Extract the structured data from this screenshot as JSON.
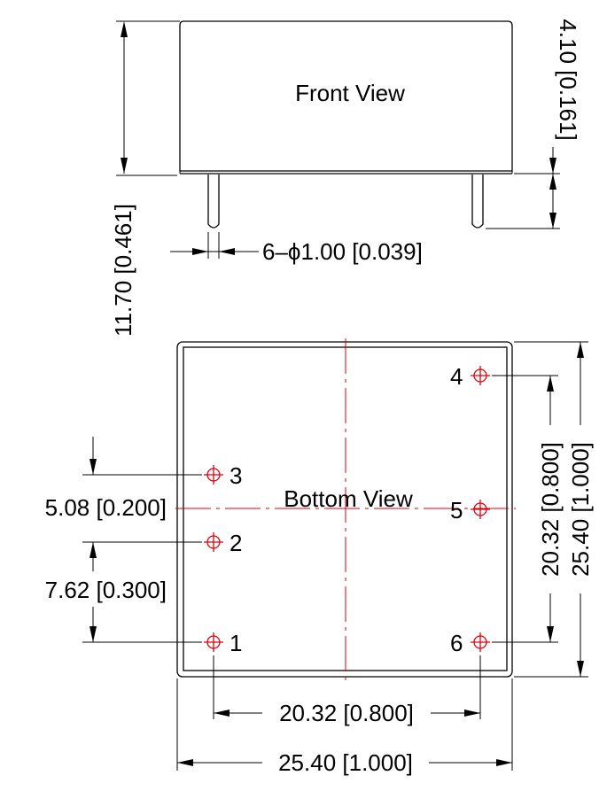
{
  "front_view": {
    "label": "Front View",
    "height_dim": "4.10 [0.161]",
    "overall_height_dim": "11.70 [0.461]",
    "pin_dim": "6–ϕ1.00 [0.039]"
  },
  "bottom_view": {
    "label": "Bottom View",
    "pins": [
      {
        "number": "1"
      },
      {
        "number": "2"
      },
      {
        "number": "3"
      },
      {
        "number": "4"
      },
      {
        "number": "5"
      },
      {
        "number": "6"
      }
    ],
    "dims": {
      "pitch_2_3": "5.08 [0.200]",
      "pitch_1_2": "7.62 [0.300]",
      "row_spacing_h": "20.32 [0.800]",
      "width": "25.40 [1.000]",
      "row_spacing_v": "20.32 [0.800]",
      "height": "25.40 [1.000]"
    }
  },
  "colors": {
    "outline": "#000000",
    "centerline": "#e0000b"
  }
}
